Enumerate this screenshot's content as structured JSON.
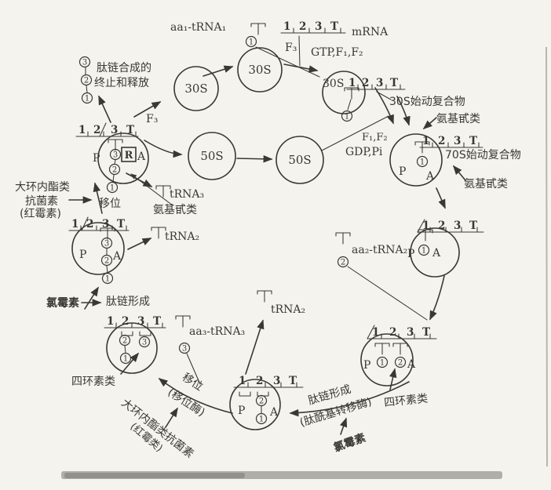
{
  "colors": {
    "paper": "#f4f3ee",
    "ink": "#3a3833"
  },
  "ruler": {
    "p1": "1",
    "p2": "2",
    "p3": "3",
    "pT": "T"
  },
  "digits": {
    "d1": "1",
    "d2": "2",
    "d3": "3"
  },
  "subunits": {
    "s30": "30S",
    "s50": "50S"
  },
  "sites": {
    "p": "P",
    "a": "A",
    "r": "R"
  },
  "top": {
    "aa1_trna1": "aa₁-tRNA₁",
    "mrna": "mRNA",
    "f3": "F₃",
    "gtp_f1_f2": "GTP,F₁,F₂",
    "init30s": "30S始动复合物",
    "aminoglycoside_a": "氨基甙类",
    "f1_f2": "F₁,F₂",
    "gdp_pi": "GDP,Pi",
    "init70s": "70S始动复合物",
    "aminoglycoside_b": "氨基甙类"
  },
  "left": {
    "termination_line1": "肽链合成的",
    "termination_line2": "终止和释放",
    "f3": "F₃",
    "macrolide_line1": "大环内酯类",
    "macrolide_line2": "抗菌素",
    "macrolide_line3": "(红霉素)",
    "translocation": "移位",
    "trna3": "tRNA₃",
    "aminoglycoside_c": "氨基甙类",
    "trna2": "tRNA₂",
    "chloramphenicol": "氯霉素",
    "peptide_formation": "肽链形成",
    "tetracycline": "四环素类"
  },
  "right": {
    "aa2_trna2": "aa₂-tRNA₂"
  },
  "bottom": {
    "aa3_trna3": "aa₃-tRNA₃",
    "trna2": "tRNA₂",
    "translocation": "移位",
    "translocase": "(移位酶)",
    "macrolide": "大环内酯类抗菌素",
    "erythromycin": "(红霉类)",
    "peptide_formation": "肽链形成",
    "transferase": "(肽酰基转移酶)",
    "tetracycline": "四环素类",
    "chloramphenicol": "氯霉素"
  }
}
